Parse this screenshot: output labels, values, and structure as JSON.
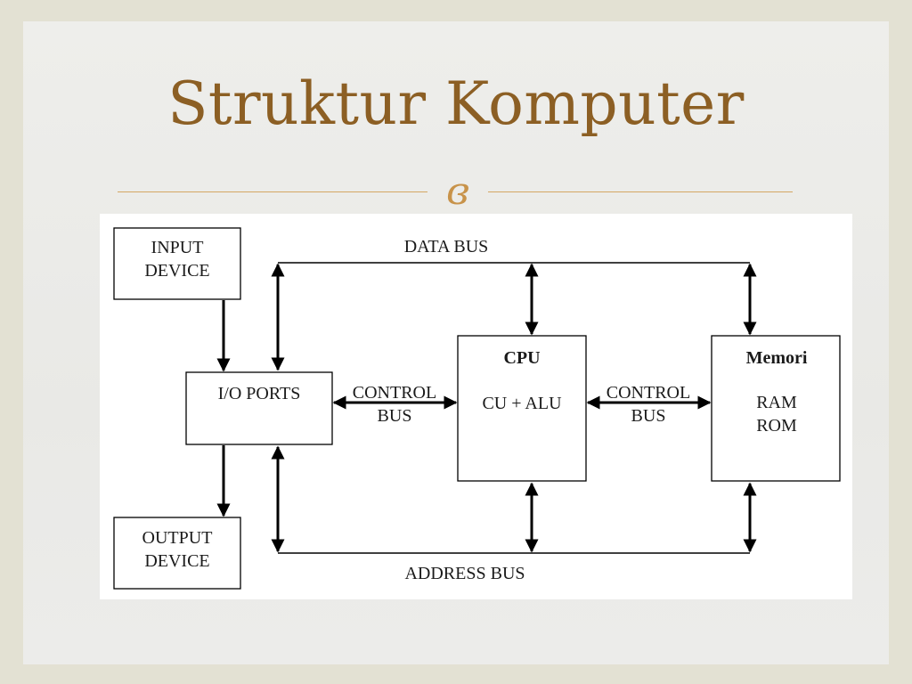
{
  "slide": {
    "title": "Struktur Komputer",
    "ornament": "ɞ",
    "colors": {
      "title": "#8c5f24",
      "accent": "#c8934a",
      "background": "#eeeeeb"
    }
  },
  "diagram": {
    "input_device": [
      "INPUT",
      "DEVICE"
    ],
    "output_device": [
      "OUTPUT",
      "DEVICE"
    ],
    "io_ports": "I/O PORTS",
    "cpu": {
      "title": "CPU",
      "content": "CU + ALU"
    },
    "memori": {
      "title": "Memori",
      "lines": [
        "RAM",
        "ROM"
      ]
    },
    "data_bus": "DATA BUS",
    "address_bus": "ADDRESS BUS",
    "control_bus_1": [
      "CONTROL",
      "BUS"
    ],
    "control_bus_2": [
      "CONTROL",
      "BUS"
    ]
  }
}
